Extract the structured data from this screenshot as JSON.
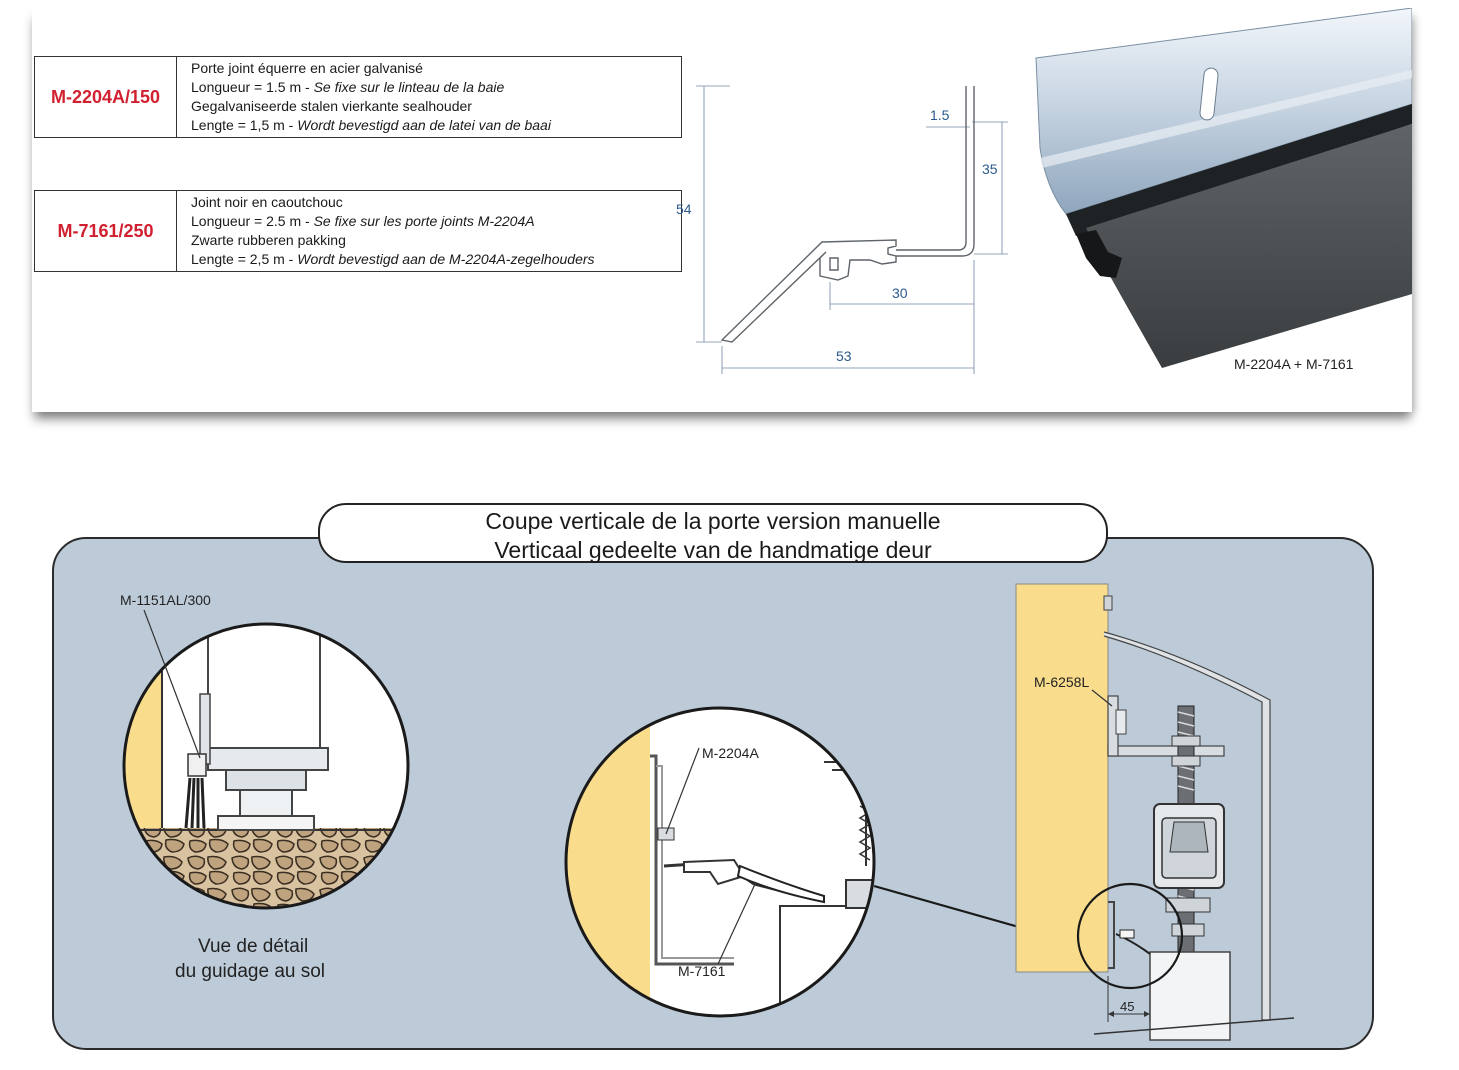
{
  "products": [
    {
      "code": "M-2204A/150",
      "line1": "Porte joint équerre en acier galvanisé",
      "line2_plain": "Longueur = 1.5 m - ",
      "line2_italic": "Se fixe sur le linteau de la baie",
      "line3": "Gegalvaniseerde stalen vierkante sealhouder",
      "line4_plain": "Lengte = 1,5 m - ",
      "line4_italic": "Wordt bevestigd aan de latei van de baai"
    },
    {
      "code": "M-7161/250",
      "line1": "Joint noir en caoutchouc",
      "line2_plain": "Longueur = 2.5 m - ",
      "line2_italic": "Se fixe sur les porte joints M-2204A",
      "line3": "Zwarte rubberen pakking",
      "line4_plain": "Lengte = 2,5 m - ",
      "line4_italic": "Wordt bevestigd aan de M-2204A-zegelhouders"
    }
  ],
  "profile_drawing": {
    "dim_thickness": "1.5",
    "dim_upper_height": "35",
    "dim_total_height": "54",
    "dim_lip_width": "30",
    "dim_total_width": "53"
  },
  "photo_caption": "M-2204A + M-7161",
  "section": {
    "title_fr": "Coupe verticale de la porte version manuelle",
    "title_nl": "Verticaal gedeelte van de handmatige deur",
    "label_floor_guide": "M-1151AL/300",
    "detail_caption_line1": "Vue de détail",
    "detail_caption_line2": "du guidage au sol",
    "label_seal_holder": "M-2204A",
    "label_seal": "M-7161",
    "label_bracket": "M-6258L",
    "dim_gap": "45"
  },
  "colors": {
    "code_red": "#d1202f",
    "panel_blue": "#bdcbd9",
    "wall_yellow": "#f9dc8c",
    "dimension_blue": "#2b5a8c"
  }
}
